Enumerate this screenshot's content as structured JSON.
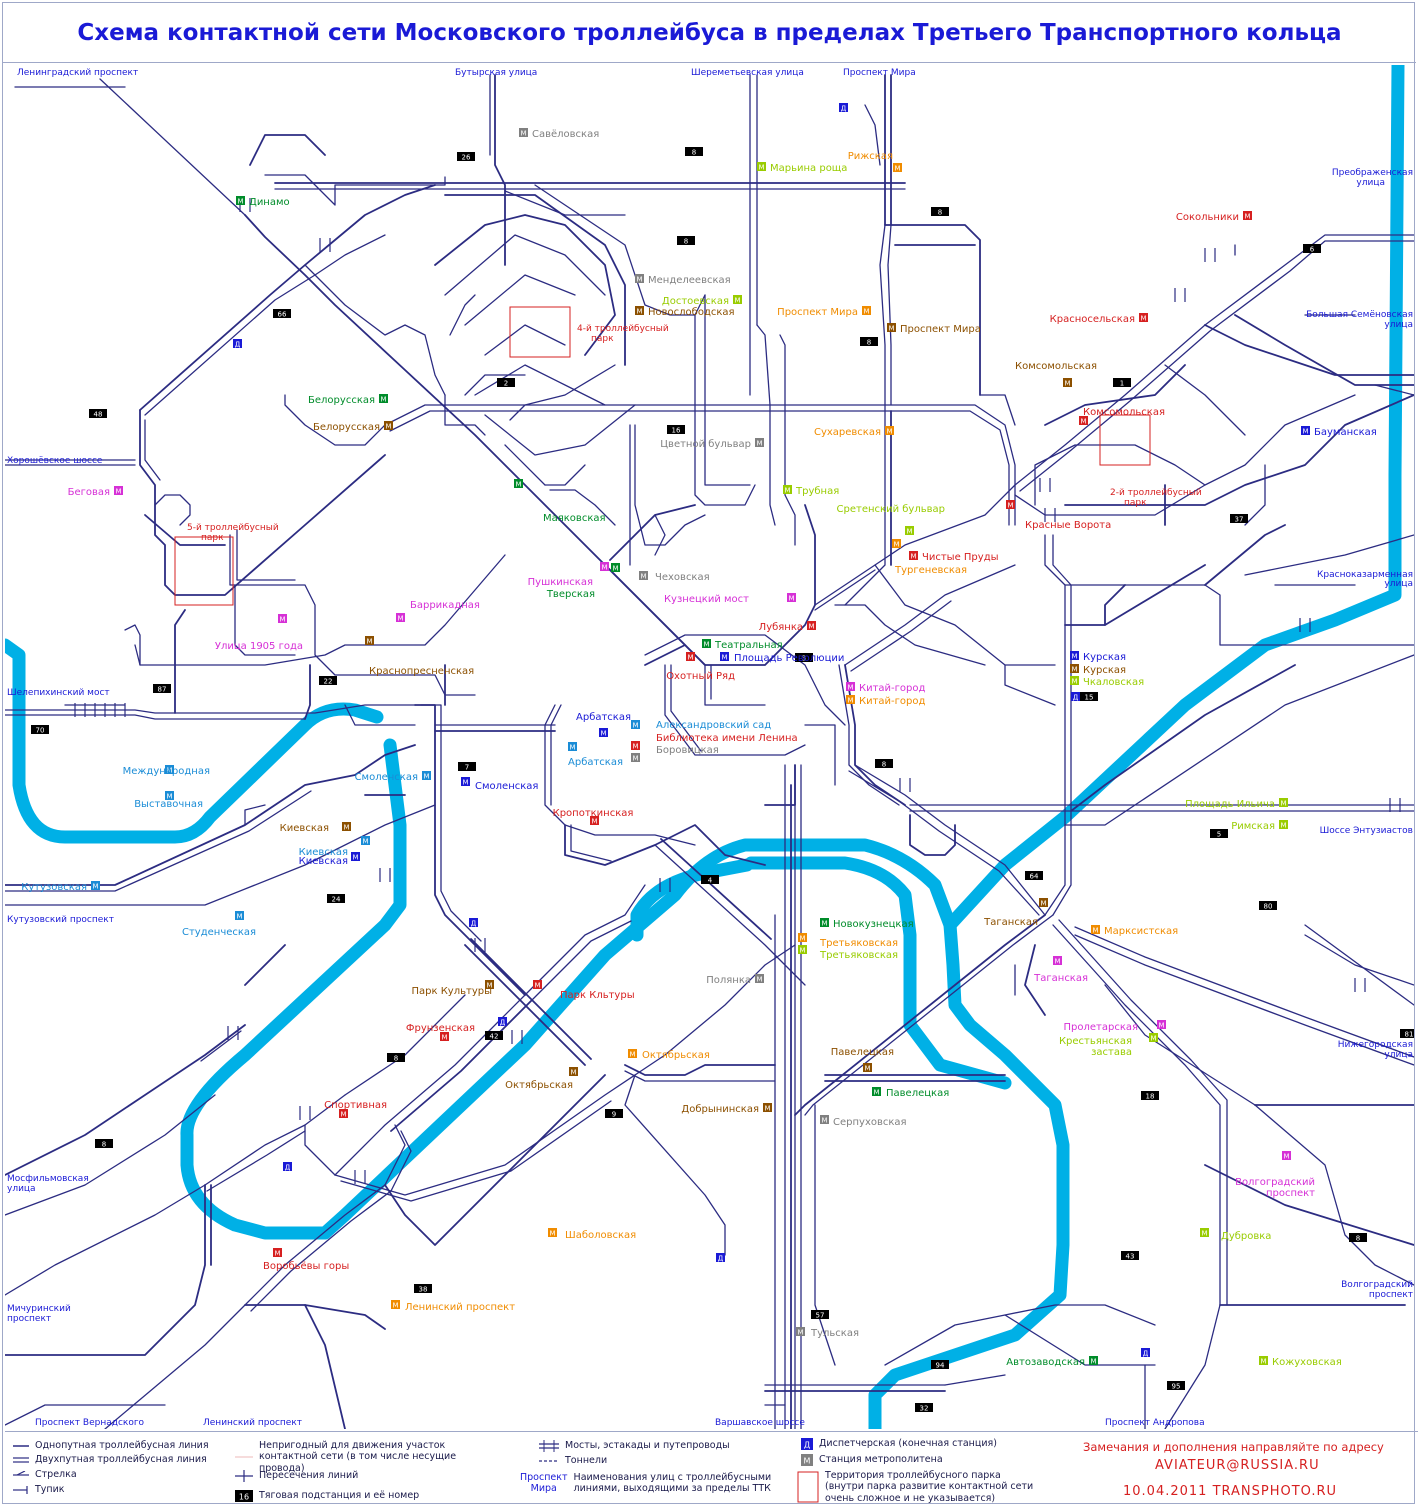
{
  "title": "Схема контактной сети Московского троллейбуса в пределах Третьего Транспортного кольца",
  "colors": {
    "line": "#2c2c82",
    "river": "#00b0e6",
    "depot": "#d62020",
    "frame": "#9fa8c8"
  },
  "streets": [
    {
      "t": "Ленинградский проспект"
    },
    {
      "t": "Бутырская улица"
    },
    {
      "t": "Шереметьевская улица"
    },
    {
      "t": "Проспект Мира"
    },
    {
      "t": "Преображенская улица"
    },
    {
      "t": "Большая Семёновская улица"
    },
    {
      "t": "Хорошёвское шоссе"
    },
    {
      "t": "Шелепихинский мост"
    },
    {
      "t": "Краснoказарменная улица"
    },
    {
      "t": "Шоссе Энтузиастов"
    },
    {
      "t": "Кутузовский проспект"
    },
    {
      "t": "Нижегородская улица"
    },
    {
      "t": "Мосфильмовская улица"
    },
    {
      "t": "Мичуринский проспект"
    },
    {
      "t": "Волгоградский проспект"
    },
    {
      "t": "Проспект Вернадского"
    },
    {
      "t": "Ленинский проспект"
    },
    {
      "t": "Варшавское шоссе"
    },
    {
      "t": "Проспект Андропова"
    }
  ],
  "stations": [
    {
      "t": "Савёловская",
      "c": "#808080"
    },
    {
      "t": "Марьина роща",
      "c": "#99cc00"
    },
    {
      "t": "Рижская",
      "c": "#f08c00"
    },
    {
      "t": "Динамо",
      "c": "#008c2a"
    },
    {
      "t": "Менделеевская",
      "c": "#808080"
    },
    {
      "t": "Достоевская",
      "c": "#99cc00"
    },
    {
      "t": "Новослободская",
      "c": "#8c5000"
    },
    {
      "t": "Проспект Мира",
      "c": "#f08c00"
    },
    {
      "t": "Проспект Мира",
      "c": "#8c5000"
    },
    {
      "t": "Сокольники",
      "c": "#d62020"
    },
    {
      "t": "Красносельская",
      "c": "#d62020"
    },
    {
      "t": "Комсомольская",
      "c": "#8c5000"
    },
    {
      "t": "Комсомольская",
      "c": "#d62020"
    },
    {
      "t": "Бауманская",
      "c": "#1a1ad6"
    },
    {
      "t": "Белорусская",
      "c": "#008c2a"
    },
    {
      "t": "Белорусская",
      "c": "#8c5000"
    },
    {
      "t": "Цветной бульвар",
      "c": "#808080"
    },
    {
      "t": "Сухаревская",
      "c": "#f08c00"
    },
    {
      "t": "Беговая",
      "c": "#d630d6"
    },
    {
      "t": "Трубная",
      "c": "#99cc00"
    },
    {
      "t": "Маяковская",
      "c": "#008c2a"
    },
    {
      "t": "Сретенский бульвар",
      "c": "#99cc00"
    },
    {
      "t": "Красные Ворота",
      "c": "#d62020"
    },
    {
      "t": "Чистые Пруды",
      "c": "#d62020"
    },
    {
      "t": "Тургеневская",
      "c": "#f08c00"
    },
    {
      "t": "Пушкинская",
      "c": "#d630d6"
    },
    {
      "t": "Тверская",
      "c": "#008c2a"
    },
    {
      "t": "Чеховская",
      "c": "#808080"
    },
    {
      "t": "Кузнецкий мост",
      "c": "#d630d6"
    },
    {
      "t": "Баррикадная",
      "c": "#d630d6"
    },
    {
      "t": "Улица 1905 года",
      "c": "#d630d6"
    },
    {
      "t": "Лубянка",
      "c": "#d62020"
    },
    {
      "t": "Театральная",
      "c": "#008c2a"
    },
    {
      "t": "Площадь Революции",
      "c": "#1a1ad6"
    },
    {
      "t": "Охотный Ряд",
      "c": "#d62020"
    },
    {
      "t": "Краснопресненская",
      "c": "#8c5000"
    },
    {
      "t": "Курская",
      "c": "#1a1ad6"
    },
    {
      "t": "Курская",
      "c": "#8c5000"
    },
    {
      "t": "Чкаловская",
      "c": "#99cc00"
    },
    {
      "t": "Китай-город",
      "c": "#d630d6"
    },
    {
      "t": "Китай-город",
      "c": "#f08c00"
    },
    {
      "t": "Арбатская",
      "c": "#1a1ad6"
    },
    {
      "t": "Александровский сад",
      "c": "#1a8cd6"
    },
    {
      "t": "Библиотека имени Ленина",
      "c": "#d62020"
    },
    {
      "t": "Боровицкая",
      "c": "#808080"
    },
    {
      "t": "Арбатская",
      "c": "#1a8cd6"
    },
    {
      "t": "Международная",
      "c": "#1a8cd6"
    },
    {
      "t": "Выставочная",
      "c": "#1a8cd6"
    },
    {
      "t": "Смоленская",
      "c": "#1a8cd6"
    },
    {
      "t": "Смоленская",
      "c": "#1a1ad6"
    },
    {
      "t": "Площадь Ильича",
      "c": "#99cc00"
    },
    {
      "t": "Римская",
      "c": "#99cc00"
    },
    {
      "t": "Кропоткинская",
      "c": "#d62020"
    },
    {
      "t": "Киевская",
      "c": "#8c5000"
    },
    {
      "t": "Киевская",
      "c": "#1a8cd6"
    },
    {
      "t": "Киевская",
      "c": "#1a1ad6"
    },
    {
      "t": "Кутузовская",
      "c": "#1a8cd6"
    },
    {
      "t": "Студенческая",
      "c": "#1a8cd6"
    },
    {
      "t": "Новокузнецкая",
      "c": "#008c2a"
    },
    {
      "t": "Третьяковская",
      "c": "#f08c00"
    },
    {
      "t": "Третьяковская",
      "c": "#99cc00"
    },
    {
      "t": "Таганская",
      "c": "#8c5000"
    },
    {
      "t": "Марксистская",
      "c": "#f08c00"
    },
    {
      "t": "Таганская",
      "c": "#d630d6"
    },
    {
      "t": "Парк Культуры",
      "c": "#8c5000"
    },
    {
      "t": "Парк Кльтуры",
      "c": "#d62020"
    },
    {
      "t": "Полянка",
      "c": "#808080"
    },
    {
      "t": "Фрунзенская",
      "c": "#d62020"
    },
    {
      "t": "Пролетарская",
      "c": "#d630d6"
    },
    {
      "t": "Крестьянская застава",
      "c": "#99cc00"
    },
    {
      "t": "Октябрьская",
      "c": "#f08c00"
    },
    {
      "t": "Октябрьская",
      "c": "#8c5000"
    },
    {
      "t": "Павелецкая",
      "c": "#8c5000"
    },
    {
      "t": "Павелецкая",
      "c": "#008c2a"
    },
    {
      "t": "Добрынинская",
      "c": "#8c5000"
    },
    {
      "t": "Серпуховская",
      "c": "#808080"
    },
    {
      "t": "Спортивная",
      "c": "#d62020"
    },
    {
      "t": "Волгоградский проспект",
      "c": "#d630d6"
    },
    {
      "t": "Шаболовская",
      "c": "#f08c00"
    },
    {
      "t": "Дубровка",
      "c": "#99cc00"
    },
    {
      "t": "Воробьёвы горы",
      "c": "#d62020"
    },
    {
      "t": "Ленинский проспект",
      "c": "#f08c00"
    },
    {
      "t": "Тульская",
      "c": "#808080"
    },
    {
      "t": "Автозаводская",
      "c": "#008c2a"
    },
    {
      "t": "Кожуховская",
      "c": "#99cc00"
    }
  ],
  "depots": [
    {
      "t": "4-й троллейбусный парк"
    },
    {
      "t": "5-й троллейбусный парк"
    },
    {
      "t": "2-й троллейбусный парк"
    }
  ],
  "substations": [
    "26",
    "8",
    "8",
    "8",
    "8",
    "6",
    "66",
    "2",
    "8",
    "1",
    "48",
    "16",
    "37",
    "3",
    "87",
    "22",
    "70",
    "7",
    "8",
    "15",
    "5",
    "24",
    "4",
    "64",
    "80",
    "42",
    "8",
    "81",
    "9",
    "32",
    "18",
    "8",
    "8",
    "43",
    "38",
    "57",
    "94",
    "95"
  ],
  "dispatch": "Д",
  "legend": {
    "single": "Однопутная троллейбусная линия",
    "double": "Двухпутная троллейбусная линия",
    "switch": "Стрелка",
    "deadend": "Тупик",
    "unusable": "Непригодный для движения участок контактной сети (в том числе несущие провода)",
    "crossing": "Пересечения линий",
    "substation": "Тяговая подстанция и её номер",
    "substation_number": "16",
    "bridges": "Мосты, эстакады и путепроводы",
    "tunnels": "Тоннели",
    "street_sample": "Проспект Мира",
    "street_names": "Наименования улиц с троллейбусными линиями, выходящими за пределы ТТК",
    "dispatch": "Диспетчерская (конечная станция)",
    "dispatch_letter": "Д",
    "metro": "Станция метрополитена",
    "metro_letter": "М",
    "park": "Территория троллейбусного парка (внутри парка развитие контактной сети очень сложное и не указывается)"
  },
  "contact": "Замечания и дополнения направляйте по адресу",
  "email": "AVIATEUR@RUSSIA.RU",
  "date": "10.04.2011 TRANSPHOTO.RU"
}
